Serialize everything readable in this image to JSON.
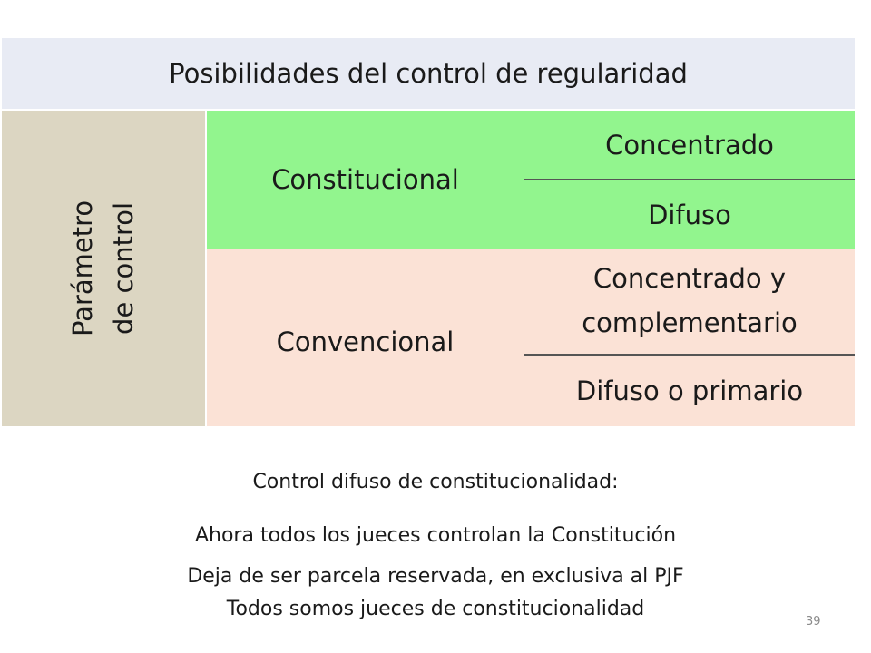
{
  "table": {
    "header": "Posibilidades del control de regularidad",
    "side_label_line1": "Parámetro",
    "side_label_line2": "de control",
    "constitucional": {
      "label": "Constitucional",
      "opt1": "Concentrado",
      "opt2": "Difuso"
    },
    "convencional": {
      "label": "Convencional",
      "opt1_line1": "Concentrado y",
      "opt1_line2": "complementario",
      "opt2": "Difuso o primario"
    }
  },
  "notes": {
    "title": "Control difuso de constitucionalidad:",
    "line1": "Ahora todos los jueces controlan la Constitución",
    "line2": "Deja de ser parcela reservada, en exclusiva al PJF",
    "line3": "Todos somos jueces de constitucionalidad"
  },
  "page_number": "39",
  "colors": {
    "header_bg": "#e8ebf4",
    "side_bg": "#dcd6c2",
    "green_bg": "#92f58e",
    "peach_bg": "#fbe2d6"
  }
}
